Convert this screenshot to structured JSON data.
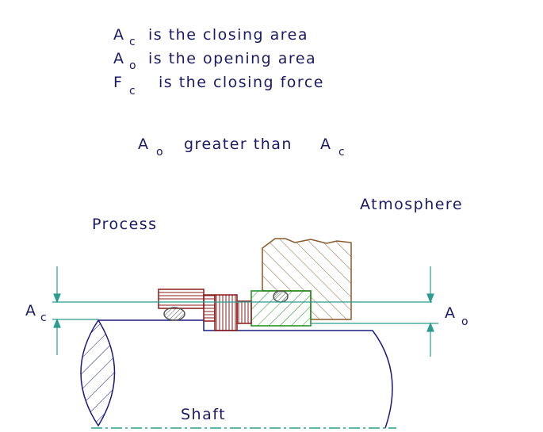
{
  "legend": {
    "line1": {
      "symbol": "A",
      "subscript": "c",
      "text": "is the closing area"
    },
    "line2": {
      "symbol": "A",
      "subscript": "o",
      "text": "is the opening area"
    },
    "line3": {
      "symbol": "F",
      "subscript": "c",
      "text": "is the closing force"
    }
  },
  "condition": {
    "symbol_left": "A",
    "subscript_left": "o",
    "middle": "greater than",
    "symbol_right": "A",
    "subscript_right": "c"
  },
  "labels": {
    "process": "Process",
    "atmosphere": "Atmosphere",
    "shaft": "Shaft",
    "ac_symbol": "A",
    "ac_subscript": "c",
    "ao_symbol": "A",
    "ao_subscript": "o"
  },
  "colors": {
    "text": "#1a1a66",
    "shaft": "#1a1a80",
    "rotating_ring": "#8b1a1a",
    "stationary_ring": "#1a8c1a",
    "gland": "#8b5a2b",
    "dimension": "#2a9d8f",
    "oring": "#555555"
  }
}
